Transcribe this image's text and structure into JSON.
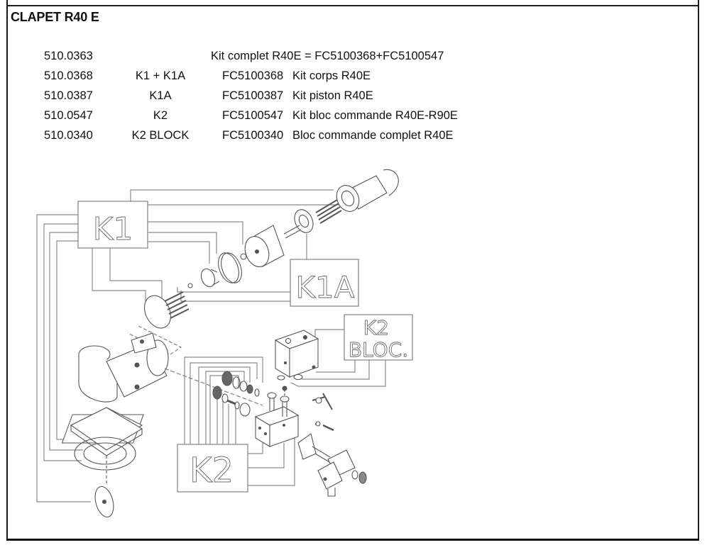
{
  "document": {
    "title": "CLAPET R40 E"
  },
  "parts_table": {
    "rows": [
      {
        "ref": "510.0363",
        "kit": "",
        "code": "",
        "description": "Kit complet R40E = FC5100368+FC5100547"
      },
      {
        "ref": "510.0368",
        "kit": "K1 + K1A",
        "code": "FC5100368",
        "description": "Kit corps R40E"
      },
      {
        "ref": "510.0387",
        "kit": "K1A",
        "code": "FC5100387",
        "description": "Kit piston R40E"
      },
      {
        "ref": "510.0547",
        "kit": "K2",
        "code": "FC5100547",
        "description": "Kit bloc commande R40E-R90E"
      },
      {
        "ref": "510.0340",
        "kit": "K2 BLOCK",
        "code": "FC5100340",
        "description": "Bloc commande complet R40E"
      }
    ]
  },
  "diagram": {
    "labels": {
      "k1": "K1",
      "k1a": "K1A",
      "k2_bloc_line1": "K2",
      "k2_bloc_line2": "BLOC.",
      "k2": "K2"
    },
    "line_color": "#8a8a8a",
    "part_color": "#555555"
  }
}
